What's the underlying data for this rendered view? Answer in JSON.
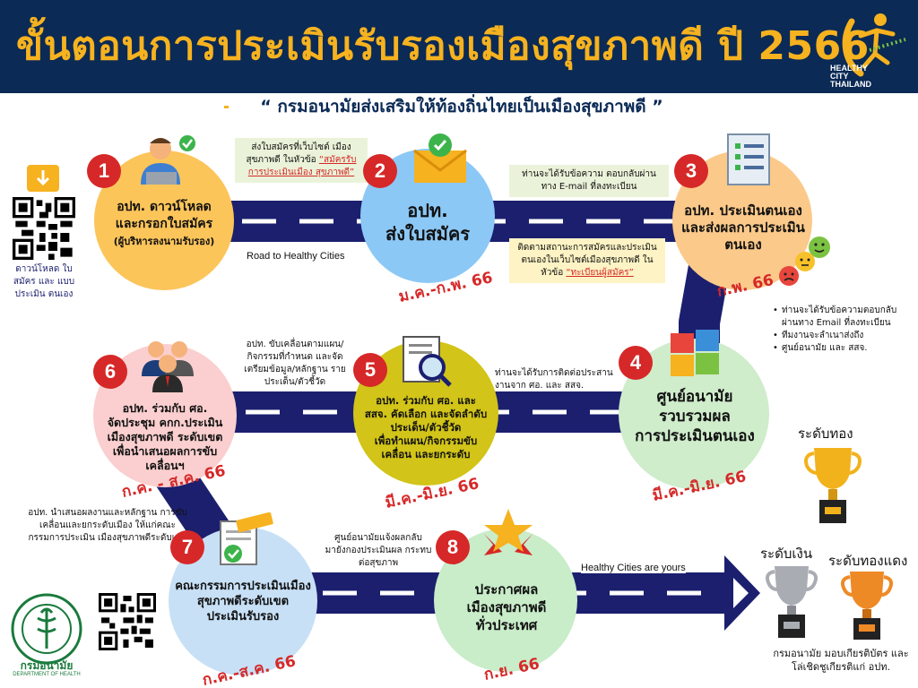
{
  "header": {
    "title": "ขั้นตอนการประเมินรับรองเมืองสุขภาพดี ปี 2566",
    "logo_lines": [
      "HEALTHY",
      "CITY",
      "THAILAND"
    ]
  },
  "slogan": "“ กรมอนามัยส่งเสริมให้ท้องถิ่นไทยเป็นเมืองสุขภาพดี ”",
  "road_labels": {
    "start": "Road to Healthy Cities",
    "end": "Healthy Cities are yours"
  },
  "steps": [
    {
      "num": "1",
      "lines": [
        "อปท. ดาวน์โหลด",
        "และกรอกใบสมัคร"
      ],
      "sub": "(ผู้บริหารลงนามรับรอง)",
      "date": ""
    },
    {
      "num": "2",
      "lines": [
        "อปท.",
        "ส่งใบสมัคร"
      ],
      "sub": "",
      "date": "ม.ค.-ก.พ. 66"
    },
    {
      "num": "3",
      "lines": [
        "อปท. ประเมินตนเอง",
        "และส่งผลการประเมิน",
        "ตนเอง"
      ],
      "sub": "",
      "date": "ก.พ. 66"
    },
    {
      "num": "4",
      "lines": [
        "ศูนย์อนามัย",
        "รวบรวมผล",
        "การประเมินตนเอง"
      ],
      "sub": "",
      "date": "มี.ค.-มิ.ย. 66"
    },
    {
      "num": "5",
      "lines": [
        "อปท. ร่วมกับ ศอ. และ",
        "สสจ. คัดเลือก และจัดลำดับ",
        "ประเด็น/ตัวชี้วัด",
        "เพื่อทำแผน/กิจกรรมขับ",
        "เคลื่อน และยกระดับ"
      ],
      "sub": "",
      "date": "มี.ค.-มิ.ย. 66"
    },
    {
      "num": "6",
      "lines": [
        "อปท. ร่วมกับ ศอ.",
        "จัดประชุม คกก.ประเมิน",
        "เมืองสุขภาพดี ระดับเขต",
        "เพื่อนำเสนอผลการขับ",
        "เคลื่อนฯ"
      ],
      "sub": "",
      "date": "ก.ค. - ส.ค. 66"
    },
    {
      "num": "7",
      "lines": [
        "คณะกรรมการประเมินเมือง",
        "สุขภาพดีระดับเขต",
        "ประเมินรับรอง"
      ],
      "sub": "",
      "date": "ก.ค.-ส.ค. 66"
    },
    {
      "num": "8",
      "lines": [
        "ประกาศผล",
        "เมืองสุขภาพดี",
        "ทั่วประเทศ"
      ],
      "sub": "",
      "date": "ก.ย. 66"
    }
  ],
  "notes": {
    "n12": {
      "pre": "ส่งใบสมัครที่เว็บไซต์ เมืองสุขภาพดี ในหัวข้อ ",
      "link": "“สมัครรับการประเมินเมือง สุขภาพดี”"
    },
    "n23": "ท่านจะได้รับข้อความ ตอบกลับผ่านทาง E-mail ที่ลงทะเบียน",
    "n23b": {
      "pre": "ติดตามสถานะการสมัครและประเมิน ตนเองในเว็บไซต์เมืองสุขภาพดี ในหัวข้อ ",
      "link": "“ทะเบียนผู้สมัคร”"
    },
    "n3_bullets": [
      "ท่านจะได้รับข้อความตอบกลับ ผ่านทาง Email ที่ลงทะเบียน",
      "ทีมงานจะลำเนาส่งถึง",
      "ศูนย์อนามัย และ สสจ."
    ],
    "n45": "ท่านจะได้รับการติดต่อประสาน งานจาก ศอ. และ สสจ.",
    "n56": "อปท. ขับเคลื่อนตามแผน/ กิจกรรมที่กำหนด และจัด เตรียมข้อมูล/หลักฐาน ราย ประเด็น/ตัวชี้วัด",
    "n67": "อปท. นำเสนอผลงานและหลักฐาน การขับเคลื่อนและยกระดับเมือง ให้แก่คณะกรรมการประเมิน เมืองสุขภาพดีระดับเขต",
    "n78": "ศูนย์อนามัยแจ้งผลกลับ มายังกองประเมินผล กระทบต่อสุขภาพ"
  },
  "download": {
    "label": "ดาวน์โหลด ใบสมัคร และ แบบประเมิน ตนเอง"
  },
  "trophies": {
    "gold": "ระดับทอง",
    "silver": "ระดับเงิน",
    "bronze": "ระดับทองแดง",
    "caption": "กรมอนามัย มอบเกียรติบัตร และโล่เชิดชูเกียรติแก่ อปท."
  },
  "ministry": {
    "name": "กรมอนามัย",
    "sub": "DEPARTMENT OF HEALTH"
  },
  "colors": {
    "navy": "#0b2a55",
    "road": "#1b1f6e",
    "gold": "#f6b21f",
    "red": "#d62828",
    "c1": "#fcc55a",
    "c2": "#8cc8f5",
    "c3": "#fbc98a",
    "c4": "#cfeccb",
    "c5": "#d2c418",
    "c6": "#fbcfcf",
    "c7": "#c7e0f6",
    "c8": "#c9ecc9"
  }
}
